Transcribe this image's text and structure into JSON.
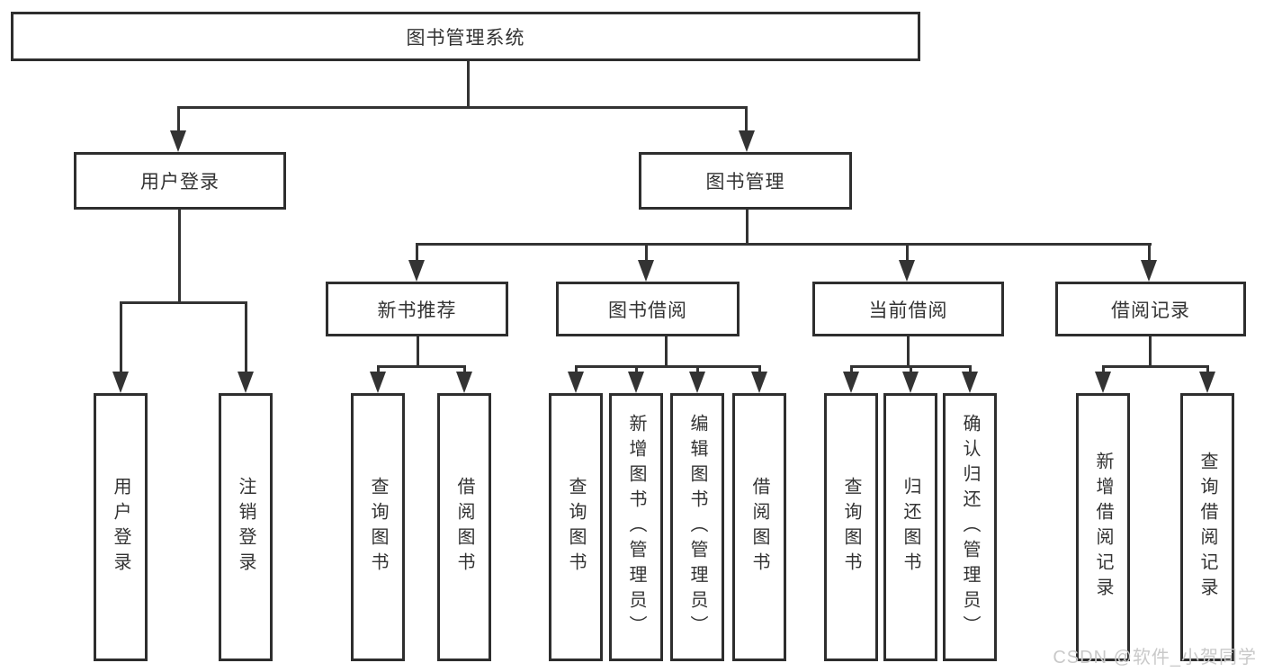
{
  "tree": {
    "root": {
      "label": "图书管理系统"
    },
    "level2": [
      {
        "label": "用户登录",
        "children": [
          {
            "label": "用户登录"
          },
          {
            "label": "注销登录"
          }
        ]
      },
      {
        "label": "图书管理",
        "children": [
          {
            "label": "新书推荐",
            "children": [
              {
                "label": "查询图书"
              },
              {
                "label": "借阅图书"
              }
            ]
          },
          {
            "label": "图书借阅",
            "children": [
              {
                "label": "查询图书"
              },
              {
                "label": "新增图书（管理员）"
              },
              {
                "label": "编辑图书（管理员）"
              },
              {
                "label": "借阅图书"
              }
            ]
          },
          {
            "label": "当前借阅",
            "children": [
              {
                "label": "查询图书"
              },
              {
                "label": "归还图书"
              },
              {
                "label": "确认归还（管理员）"
              }
            ]
          },
          {
            "label": "借阅记录",
            "children": [
              {
                "label": "新增借阅记录"
              },
              {
                "label": "查询借阅记录"
              }
            ]
          }
        ]
      }
    ]
  },
  "watermark": {
    "text": "CSDN @软件_小贺同学"
  },
  "colors": {
    "line": "#333333",
    "border": "#2e2e2e",
    "background": "#ffffff",
    "text": "#333333",
    "watermark": "#c9c9c9"
  }
}
